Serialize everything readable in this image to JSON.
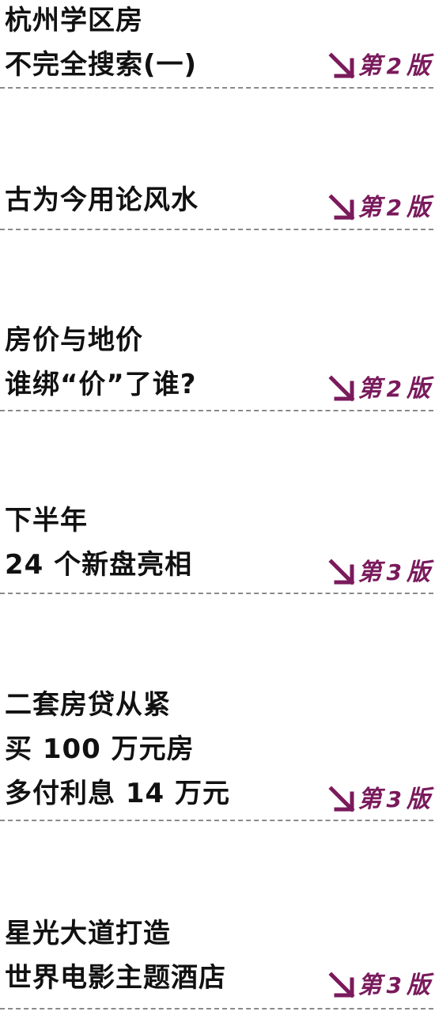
{
  "entries": [
    {
      "lines": [
        "杭州学区房",
        "不完全搜索(一)"
      ],
      "ref": {
        "prefix": "第",
        "page": "2",
        "suffix": "版"
      }
    },
    {
      "lines": [
        "古为今用论风水"
      ],
      "ref": {
        "prefix": "第",
        "page": "2",
        "suffix": "版"
      }
    },
    {
      "lines": [
        "房价与地价",
        "谁绑“价”了谁?"
      ],
      "ref": {
        "prefix": "第",
        "page": "2",
        "suffix": "版"
      }
    },
    {
      "lines": [
        "下半年",
        "24 个新盘亮相"
      ],
      "ref": {
        "prefix": "第",
        "page": "3",
        "suffix": "版"
      }
    },
    {
      "lines": [
        "二套房贷从紧",
        "买 100 万元房",
        "多付利息 14 万元"
      ],
      "ref": {
        "prefix": "第",
        "page": "3",
        "suffix": "版"
      }
    },
    {
      "lines": [
        "星光大道打造",
        "世界电影主题酒店"
      ],
      "ref": {
        "prefix": "第",
        "page": "3",
        "suffix": "版"
      }
    }
  ],
  "colors": {
    "text": "#111111",
    "accent": "#7a1a5c",
    "divider": "#8a8a8a"
  },
  "icons": {
    "reference_arrow": "arrow-down-right-icon"
  }
}
